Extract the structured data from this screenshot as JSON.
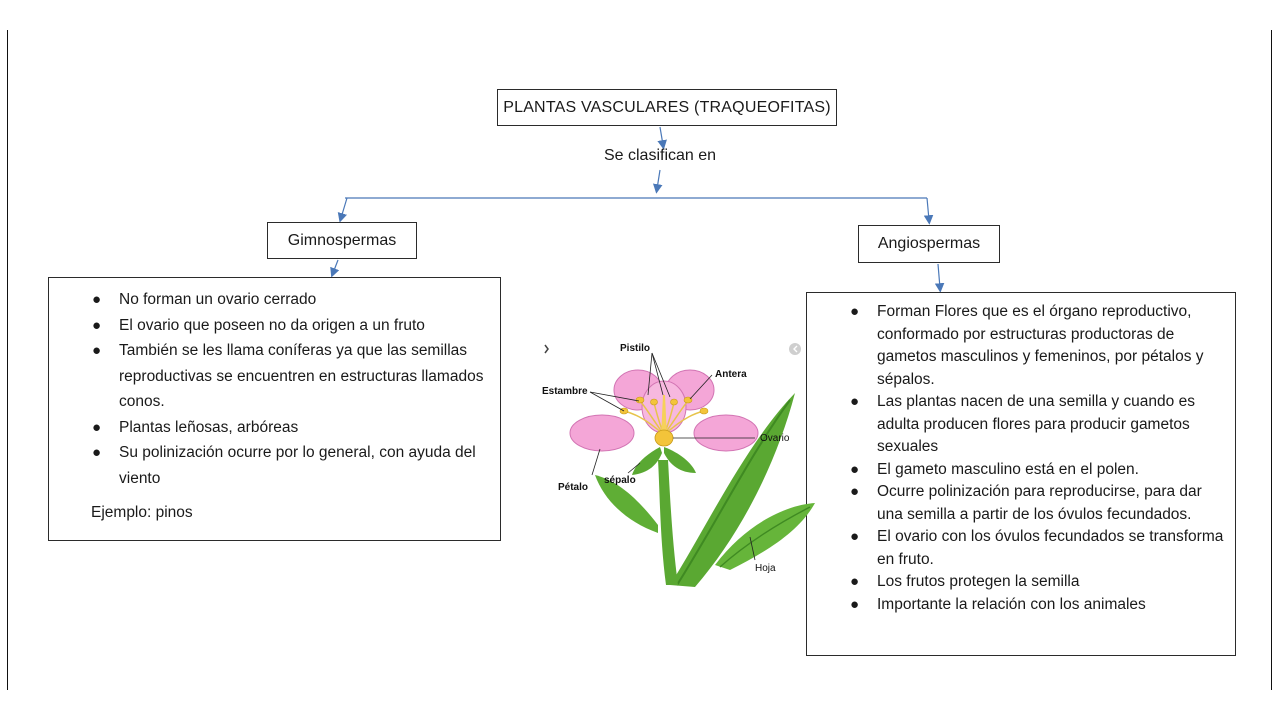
{
  "title": "PLANTAS VASCULARES (TRAQUEOFITAS)",
  "connector": "Se clasifican en",
  "gimnospermas": {
    "title": "Gimnospermas",
    "items": [
      "No forman un ovario cerrado",
      "El ovario que poseen no da origen a un fruto",
      "También se les llama coníferas ya que las semillas reproductivas se encuentren en estructuras llamados conos.",
      "Plantas leñosas, arbóreas",
      "Su polinización ocurre por lo general, con ayuda del viento"
    ],
    "example": "Ejemplo: pinos"
  },
  "angiospermas": {
    "title": "Angiospermas",
    "items": [
      "Forman Flores que es el órgano reproductivo, conformado por estructuras productoras de gametos masculinos y femeninos, por pétalos y sépalos.",
      "Las plantas nacen de una semilla y cuando es adulta producen flores para producir gametos sexuales",
      "El gameto masculino está en el polen.",
      "Ocurre polinización para reproducirse, para dar una semilla a partir de los óvulos fecundados.",
      "El ovario con los óvulos fecundados se transforma en fruto.",
      "Los frutos protegen la semilla",
      "Importante la relación con los animales"
    ]
  },
  "flower_labels": {
    "pistilo": "Pistilo",
    "antera": "Antera",
    "estambre": "Estambre",
    "ovario": "Ovario",
    "petalo": "Pétalo",
    "sepalo": "sépalo",
    "hoja": "Hoja"
  },
  "colors": {
    "arrow": "#4a78b8",
    "petal": "#f4a6d7",
    "stem": "#5aa832",
    "anther": "#f3c43a"
  }
}
